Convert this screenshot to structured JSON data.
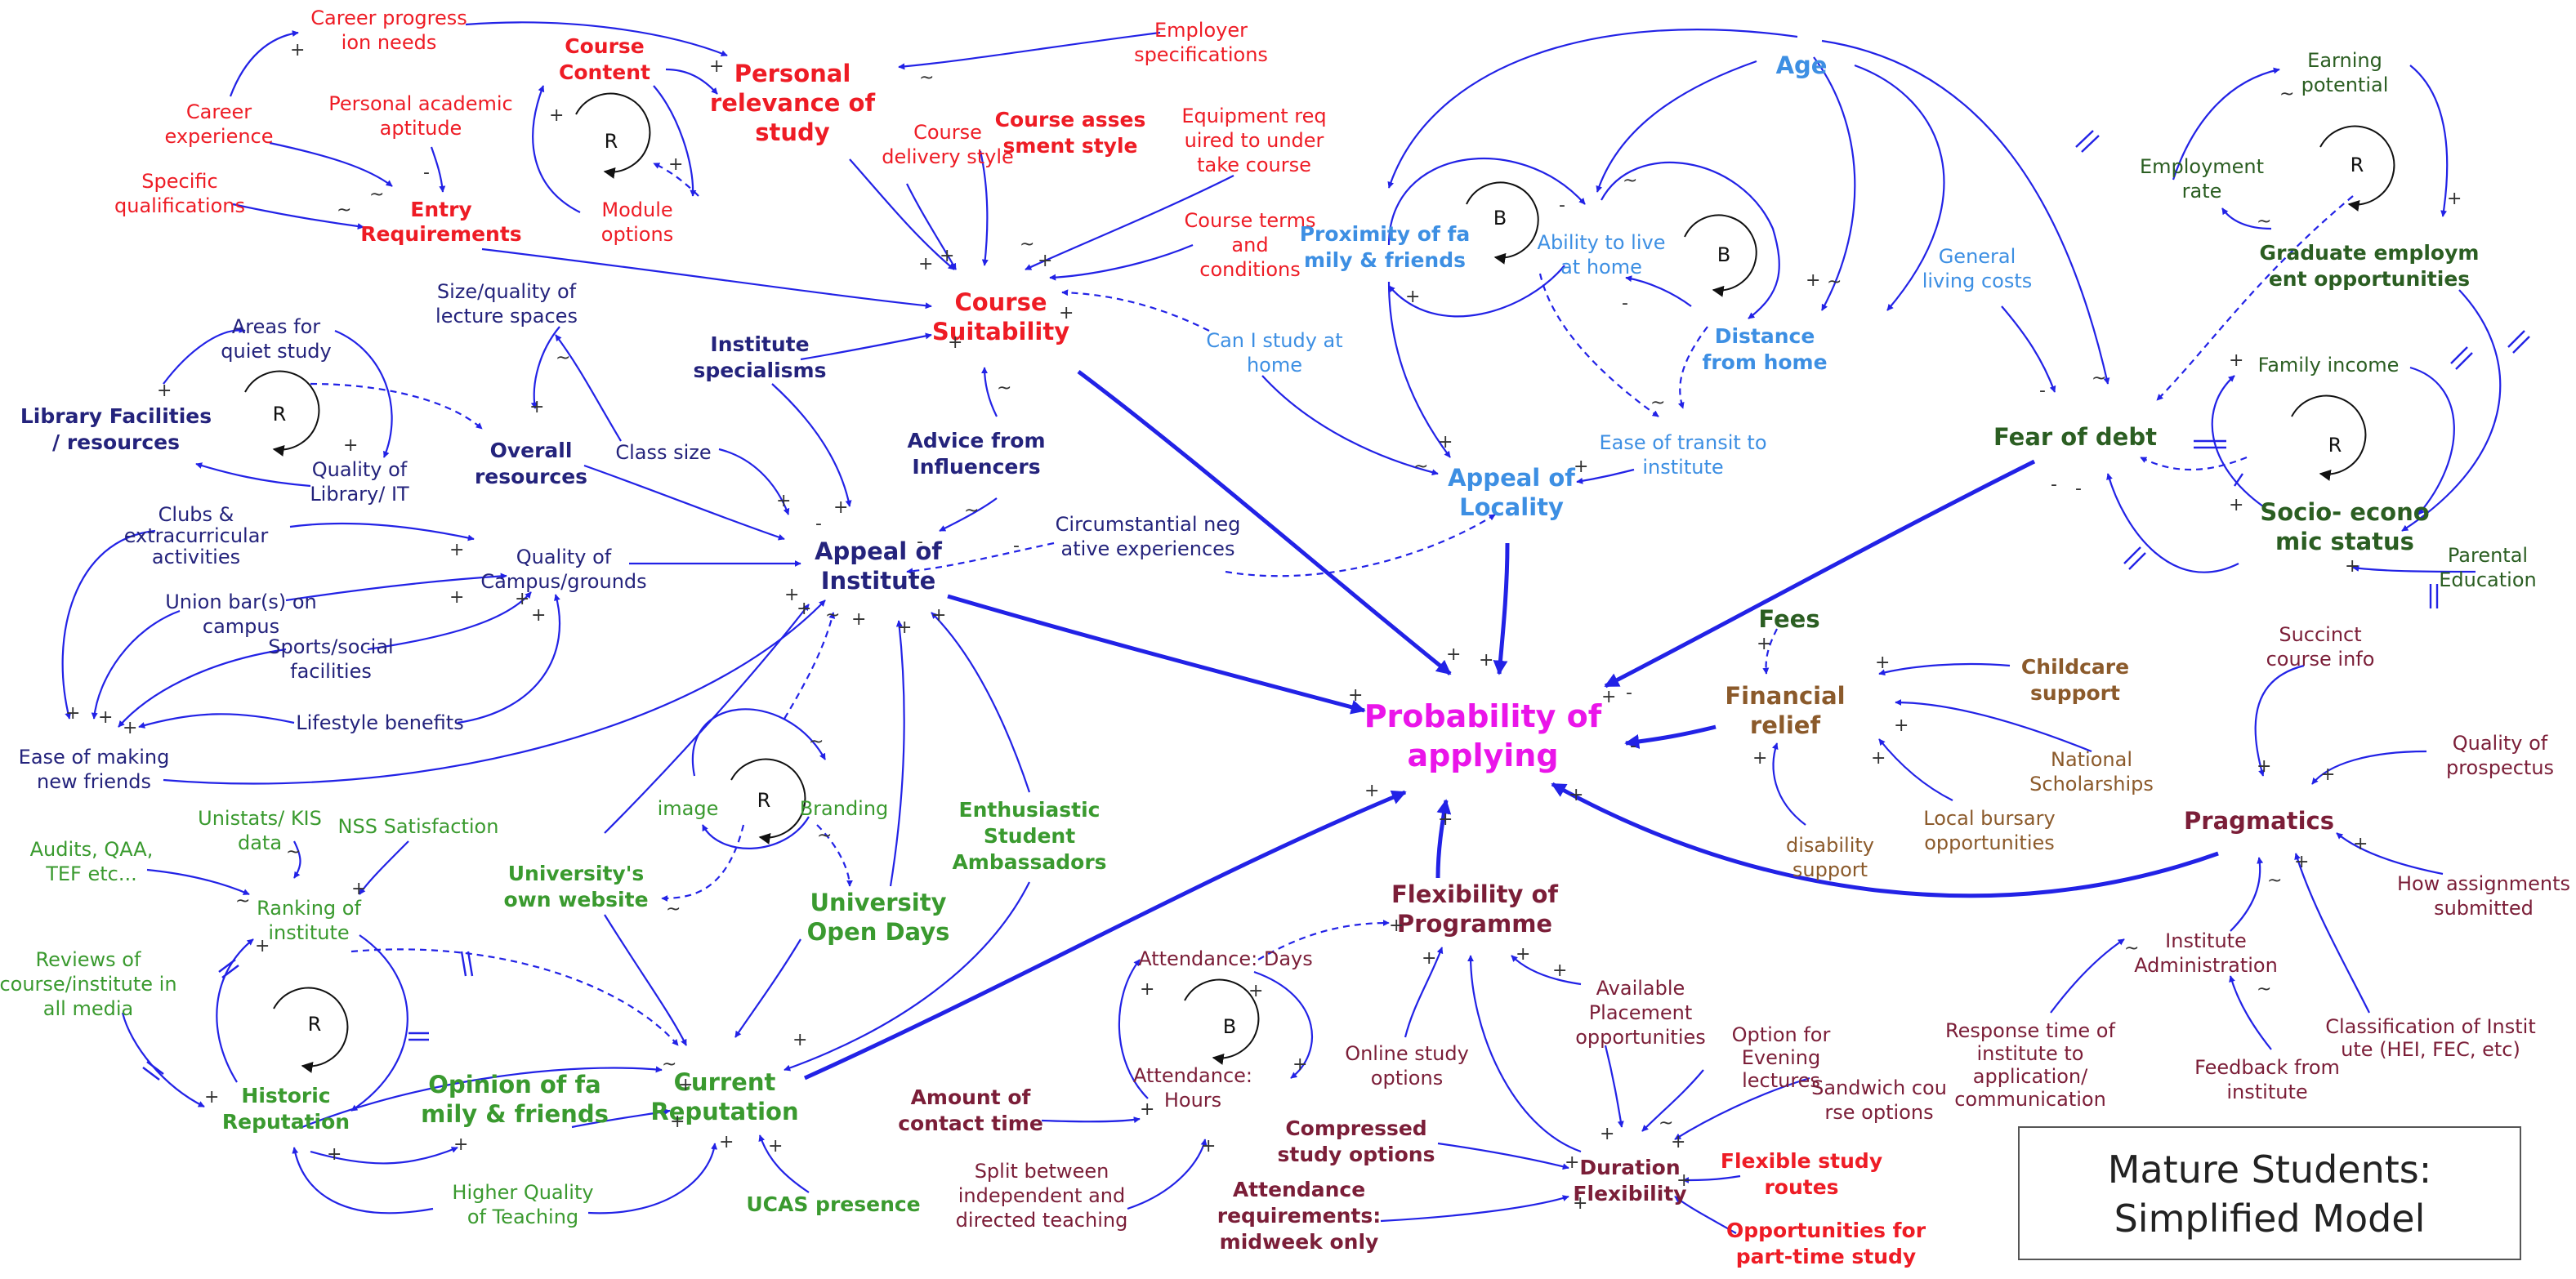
{
  "colors": {
    "arrow": "#2222e6",
    "red": "#ee1c25",
    "navy": "#24237c",
    "light_blue": "#3d8fe3",
    "dark_green": "#2b5e22",
    "green": "#3a9a2f",
    "brown": "#8b5a2b",
    "maroon": "#7b1e38",
    "magenta": "#ea15e9",
    "frame": "#555555"
  },
  "title": {
    "line1": "Mature Students:",
    "line2": "Simplified Model"
  },
  "nodes": {
    "career_progression": [
      "Career progress",
      "ion needs"
    ],
    "employer_specs": [
      "Employer",
      "specifications"
    ],
    "course_content": [
      "Course",
      "Content"
    ],
    "personal_relevance": [
      "Personal",
      "relevance of",
      "study"
    ],
    "career_experience": [
      "Career",
      "experience"
    ],
    "academic_aptitude": [
      "Personal academic",
      "aptitude"
    ],
    "specific_qualifications": [
      "Specific",
      "qualifications"
    ],
    "entry_requirements": [
      "Entry",
      "Requirements"
    ],
    "module_options": [
      "Module",
      "options"
    ],
    "delivery_style": [
      "Course",
      "delivery style"
    ],
    "assessment_style": [
      "Course asses",
      "sment style"
    ],
    "equipment": [
      "Equipment req",
      "uired to under",
      "take course"
    ],
    "course_terms": [
      "Course terms",
      "and",
      "conditions"
    ],
    "course_suitability": [
      "Course",
      "Suitability"
    ],
    "can_i_study": [
      "Can I study at",
      "home"
    ],
    "age": [
      "Age"
    ],
    "proximity": [
      "Proximity of fa",
      "mily & friends"
    ],
    "live_at_home": [
      "Ability to live",
      "at home"
    ],
    "distance": [
      "Distance",
      "from home"
    ],
    "ease_transit": [
      "Ease of transit to",
      "institute"
    ],
    "appeal_locality": [
      "Appeal of",
      "Locality"
    ],
    "general_living": [
      "General",
      "living costs"
    ],
    "earning_potential": [
      "Earning",
      "potential"
    ],
    "employment_rate": [
      "Employment",
      "rate"
    ],
    "graduate_employment": [
      "Graduate employm",
      "ent opportunities"
    ],
    "family_income": [
      "Family income"
    ],
    "fear_of_debt": [
      "Fear of debt"
    ],
    "socio_economic": [
      "Socio- econo",
      "mic status"
    ],
    "parental_education": [
      "Parental",
      "Education"
    ],
    "quiet_study": [
      "Areas for",
      "quiet study"
    ],
    "library_facilities": [
      "Library Facilities",
      "/ resources"
    ],
    "quality_library": [
      "Quality of",
      "Library/ IT"
    ],
    "lecture_spaces": [
      "Size/quality of",
      "lecture spaces"
    ],
    "overall_resources": [
      "Overall",
      "resources"
    ],
    "institute_specialisms": [
      "Institute",
      "specialisms"
    ],
    "class_size": [
      "Class size"
    ],
    "advice": [
      "Advice from",
      "Influencers"
    ],
    "clubs": [
      "Clubs &",
      "extracurricular",
      "activities"
    ],
    "quality_campus": [
      "Quality of",
      "Campus/grounds"
    ],
    "union_bar": [
      "Union bar(s) on",
      "campus"
    ],
    "sports": [
      "Sports/social",
      "facilities"
    ],
    "lifestyle": [
      "Lifestyle benefits"
    ],
    "friends": [
      "Ease of making",
      "new friends"
    ],
    "circumstantial": [
      "Circumstantial neg",
      "ative experiences"
    ],
    "appeal_institute": [
      "Appeal of",
      "Institute"
    ],
    "probability": [
      "Probability of",
      "applying"
    ],
    "fees": [
      "Fees"
    ],
    "financial_relief": [
      "Financial",
      "relief"
    ],
    "childcare": [
      "Childcare",
      "support"
    ],
    "national_scholarships": [
      "National",
      "Scholarships"
    ],
    "local_bursary": [
      "Local bursary",
      "opportunities"
    ],
    "disability": [
      "disability",
      "support"
    ],
    "succinct": [
      "Succinct",
      "course info"
    ],
    "quality_prospectus": [
      "Quality of",
      "prospectus"
    ],
    "pragmatics": [
      "Pragmatics"
    ],
    "assignments": [
      "How assignments",
      "submitted"
    ],
    "institute_admin": [
      "Institute",
      "Administration"
    ],
    "response_time": [
      "Response time of",
      "institute to",
      "application/",
      "communication"
    ],
    "feedback": [
      "Feedback from",
      "institute"
    ],
    "classification": [
      "Classification of Instit",
      "ute (HEI, FEC, etc)"
    ],
    "image": [
      "image"
    ],
    "branding": [
      "Branding"
    ],
    "open_days": [
      "University",
      "Open Days"
    ],
    "enthusiastic": [
      "Enthusiastic",
      "Student",
      "Ambassadors"
    ],
    "unistats": [
      "Unistats/ KIS",
      "data"
    ],
    "nss": [
      "NSS Satisfaction"
    ],
    "audits": [
      "Audits, QAA,",
      "TEF etc..."
    ],
    "ranking": [
      "Ranking of",
      "institute"
    ],
    "website": [
      "University's",
      "own website"
    ],
    "reviews": [
      "Reviews of",
      "course/institute in",
      "all media"
    ],
    "historic": [
      "Historic",
      "Reputation"
    ],
    "opinion": [
      "Opinion of fa",
      "mily & friends"
    ],
    "current_reputation": [
      "Current",
      "Reputation"
    ],
    "higher_quality": [
      "Higher Quality",
      "of Teaching"
    ],
    "ucas": [
      "UCAS presence"
    ],
    "attendance_days": [
      "Attendance: Days"
    ],
    "attendance_hours": [
      "Attendance:",
      "Hours"
    ],
    "flexibility": [
      "Flexibility of",
      "Programme"
    ],
    "contact_time": [
      "Amount of",
      "contact time"
    ],
    "split": [
      "Split between",
      "independent and",
      "directed teaching"
    ],
    "online": [
      "Online study",
      "options"
    ],
    "placement": [
      "Available",
      "Placement",
      "opportunities"
    ],
    "evening": [
      "Option for",
      "Evening",
      "lectures"
    ],
    "sandwich": [
      "Sandwich cou",
      "rse options"
    ],
    "compressed": [
      "Compressed",
      "study options"
    ],
    "duration": [
      "Duration",
      "Flexibility"
    ],
    "flexible_routes": [
      "Flexible study",
      "routes"
    ],
    "attendance_req": [
      "Attendance",
      "requirements:",
      "midweek only"
    ],
    "part_time": [
      "Opportunities for",
      "part-time study"
    ]
  },
  "loops": {
    "course_content_loop": "R",
    "library_loop": "R",
    "locality_loop_1": "B",
    "locality_loop_2": "B",
    "employment_loop": "R",
    "socio_loop": "R",
    "branding_loop": "R",
    "reputation_loop": "R",
    "attendance_loop": "B"
  },
  "polarity": {
    "plus": "+",
    "minus": "-",
    "tilde": "~",
    "delay": "||"
  }
}
